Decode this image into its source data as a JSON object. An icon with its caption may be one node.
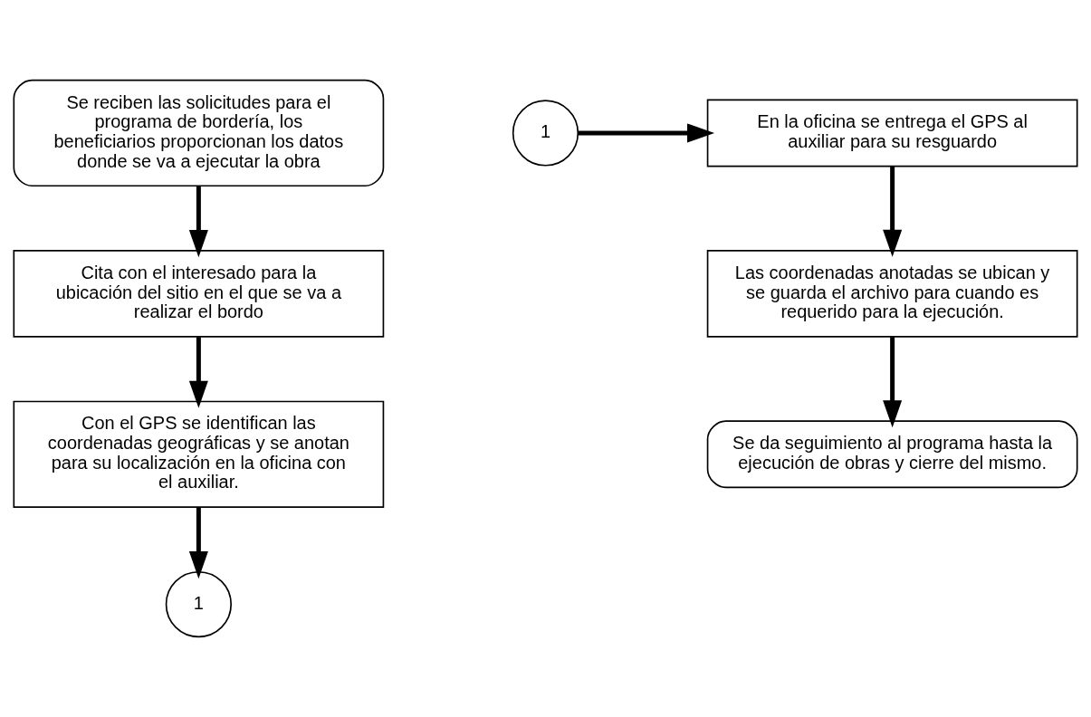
{
  "diagram": {
    "nodes": [
      {
        "text": [
          "Se reciben las solicitudes para el programa de bordería, los beneficiarios proporcionan los datos donde se va a ejecutar la obra"
        ]
      },
      {
        "text": [
          "Cita con el interesado para la ubicación del sitio en el que se va a realizar el bordo"
        ]
      },
      {
        "text": [
          "Con el GPS se identifican las coordenadas geográficas y se anotan para su localización en la oficina con el auxiliar."
        ]
      },
      {
        "text": [
          "1"
        ]
      },
      {
        "text": [
          "1"
        ]
      },
      {
        "text": [
          "En la oficina se entrega el GPS al auxiliar para su resguardo"
        ]
      },
      {
        "text": [
          "Las coordenadas anotadas se ubican y se guarda el archivo para cuando es requerido para la ejecución."
        ]
      },
      {
        "text": [
          "Se da seguimiento al programa hasta la ejecución de obras y cierre del mismo."
        ]
      }
    ],
    "edges": [
      {
        "from": 0,
        "to": 1,
        "arrow": "to"
      },
      {
        "from": 1,
        "to": 2,
        "arrow": "to"
      },
      {
        "from": 2,
        "to": 3,
        "arrow": "to"
      },
      {
        "from": 4,
        "to": 5,
        "arrow": "to"
      },
      {
        "from": 5,
        "to": 6,
        "arrow": "to"
      },
      {
        "from": 6,
        "to": 7,
        "arrow": "to"
      }
    ]
  }
}
